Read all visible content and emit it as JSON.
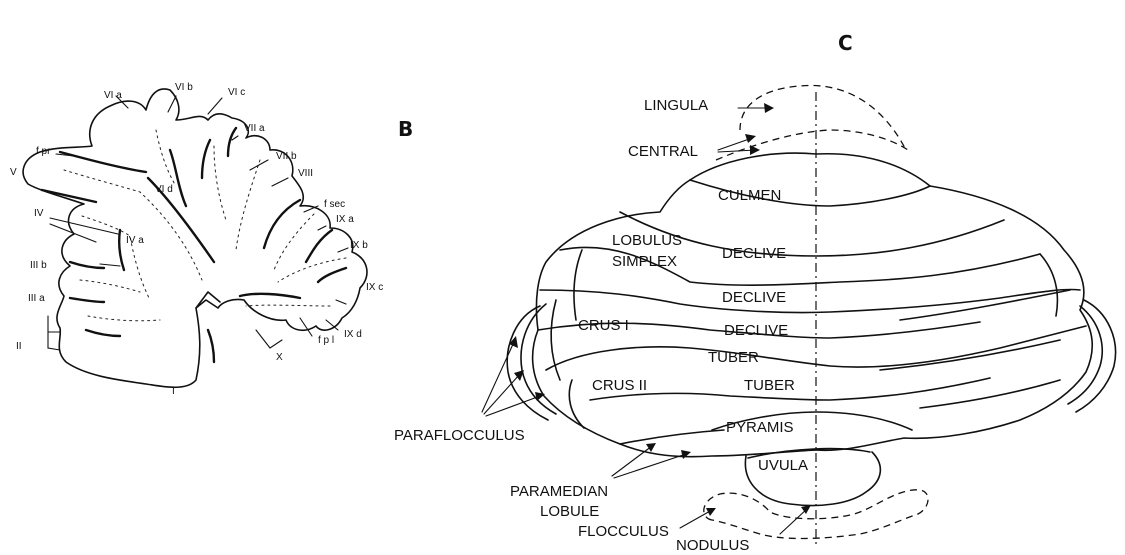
{
  "panels": {
    "b": "B",
    "c": "C"
  },
  "sagittal_labels": {
    "vib": "VI b",
    "vic": "VI c",
    "via": "VI a",
    "viia": "VII a",
    "fpr": "f pr",
    "viib": "VII b",
    "vid": "VI d",
    "viii": "VIII",
    "v": "V",
    "fsec": "f sec",
    "ixa": "IX a",
    "iv": "IV",
    "ixb": "IX b",
    "iva": "IV a",
    "iiib": "III b",
    "ixc": "IX c",
    "iiia": "III a",
    "ixd": "IX d",
    "fpl": "f p l",
    "x": "X",
    "ii": "II",
    "i": "I"
  },
  "dorsal_labels": {
    "lingula": "LINGULA",
    "central": "CENTRAL",
    "culmen": "CULMEN",
    "lobulus": "LOBULUS",
    "simplex": "SIMPLEX",
    "declive1": "DECLIVE",
    "declive2": "DECLIVE",
    "declive3": "DECLIVE",
    "crus1": "CRUS  I",
    "crus2": "CRUS  II",
    "tuber1": "TUBER",
    "tuber2": "TUBER",
    "pyramis": "PYRAMIS",
    "uvula": "UVULA",
    "paraflocculus": "PARAFLOCCULUS",
    "paramedian": "PARAMEDIAN",
    "lobule": "LOBULE",
    "flocculus": "FLOCCULUS",
    "nodulus": "NODULUS"
  }
}
